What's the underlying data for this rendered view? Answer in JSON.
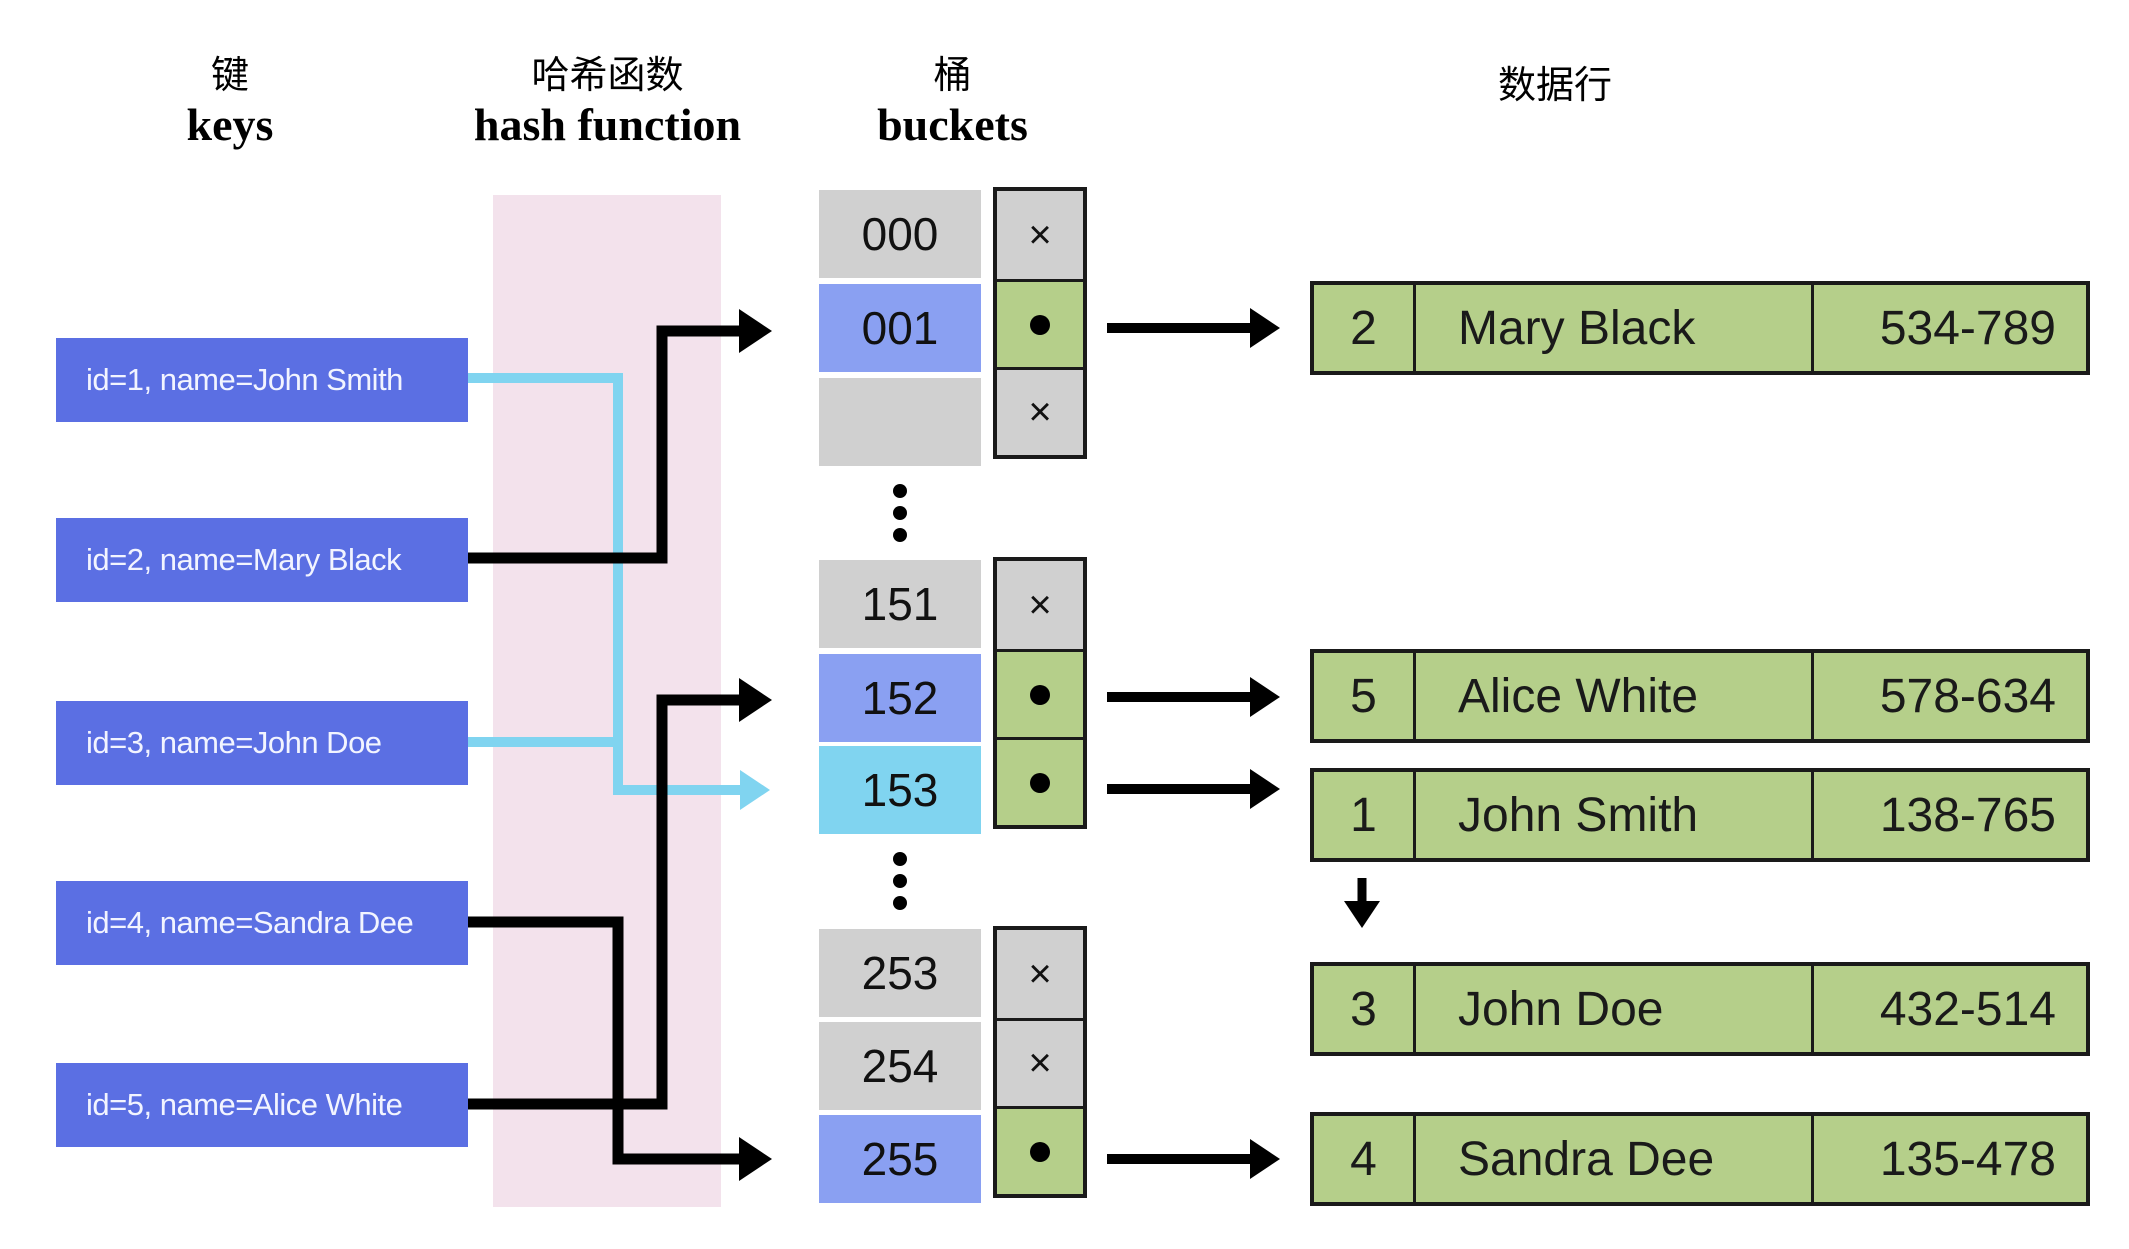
{
  "headers": {
    "keys": {
      "cn": "键",
      "en": "keys"
    },
    "hash": {
      "cn": "哈希函数",
      "en": "hash function"
    },
    "buckets": {
      "cn": "桶",
      "en": "buckets"
    },
    "rows": {
      "cn": "数据行"
    }
  },
  "keys": [
    {
      "label": "id=1, name=John Smith",
      "bucket": "153"
    },
    {
      "label": "id=2, name=Mary Black",
      "bucket": "001"
    },
    {
      "label": "id=3, name=John Doe",
      "bucket": "153"
    },
    {
      "label": "id=4, name=Sandra Dee",
      "bucket": "255"
    },
    {
      "label": "id=5, name=Alice White",
      "bucket": "152"
    }
  ],
  "buckets": [
    {
      "label": "000",
      "state": "empty",
      "pointer": "×"
    },
    {
      "label": "001",
      "state": "hit",
      "pointer": "•"
    },
    {
      "label": "",
      "state": "empty",
      "pointer": "×"
    },
    {
      "label": "151",
      "state": "empty",
      "pointer": "×"
    },
    {
      "label": "152",
      "state": "hit",
      "pointer": "•"
    },
    {
      "label": "153",
      "state": "collision",
      "pointer": "•"
    },
    {
      "label": "253",
      "state": "empty",
      "pointer": "×"
    },
    {
      "label": "254",
      "state": "empty",
      "pointer": "×"
    },
    {
      "label": "255",
      "state": "hit",
      "pointer": "•"
    }
  ],
  "ellipsis": "⋮",
  "rows": [
    {
      "id": "2",
      "name": "Mary Black",
      "phone": "534-789"
    },
    {
      "id": "5",
      "name": "Alice White",
      "phone": "578-634"
    },
    {
      "id": "1",
      "name": "John Smith",
      "phone": "138-765"
    },
    {
      "id": "3",
      "name": "John Doe",
      "phone": "432-514"
    },
    {
      "id": "4",
      "name": "Sandra Dee",
      "phone": "135-478"
    }
  ],
  "colors": {
    "key_box": "#5b6fe3",
    "bucket_empty": "#d0d0d0",
    "bucket_hit": "#8aa0f2",
    "bucket_collision": "#80d4f0",
    "row_fill": "#b5cf8a",
    "hash_band": "#f3e2ec",
    "collision_line": "#80d4f0",
    "line": "#000000"
  }
}
